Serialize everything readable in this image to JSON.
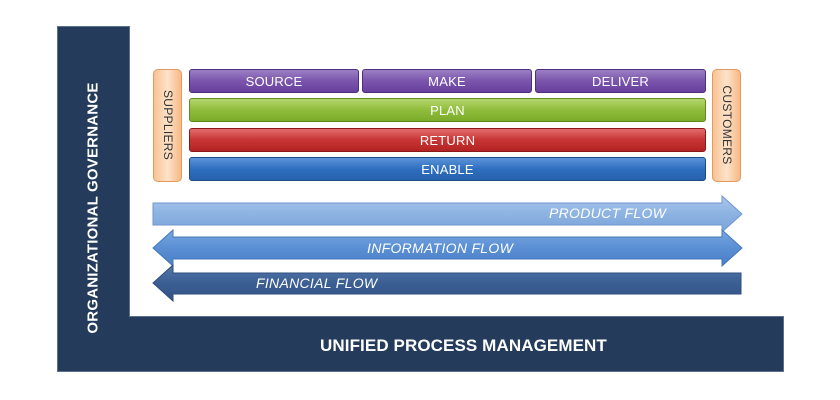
{
  "frame": {
    "governance_label": "ORGANIZATIONAL GOVERNANCE",
    "management_label": "UNIFIED PROCESS MANAGEMENT",
    "color": "#243b5c"
  },
  "sides": {
    "left": "SUPPLIERS",
    "right": "CUSTOMERS"
  },
  "processes": {
    "source": "SOURCE",
    "make": "MAKE",
    "deliver": "DELIVER",
    "plan": "PLAN",
    "return": "RETURN",
    "enable": "ENABLE"
  },
  "flows": {
    "product": "PRODUCT FLOW",
    "information": "INFORMATION FLOW",
    "financial": "FINANCIAL FLOW"
  },
  "colors": {
    "source_make_deliver": "#7a55ac",
    "plan": "#8fbd3b",
    "return": "#c73434",
    "enable": "#2f6fc0",
    "product_flow": "#8db3e2",
    "information_flow": "#5a8fd4",
    "financial_flow": "#3b5f93",
    "side_boxes": "#fbd3ae"
  }
}
